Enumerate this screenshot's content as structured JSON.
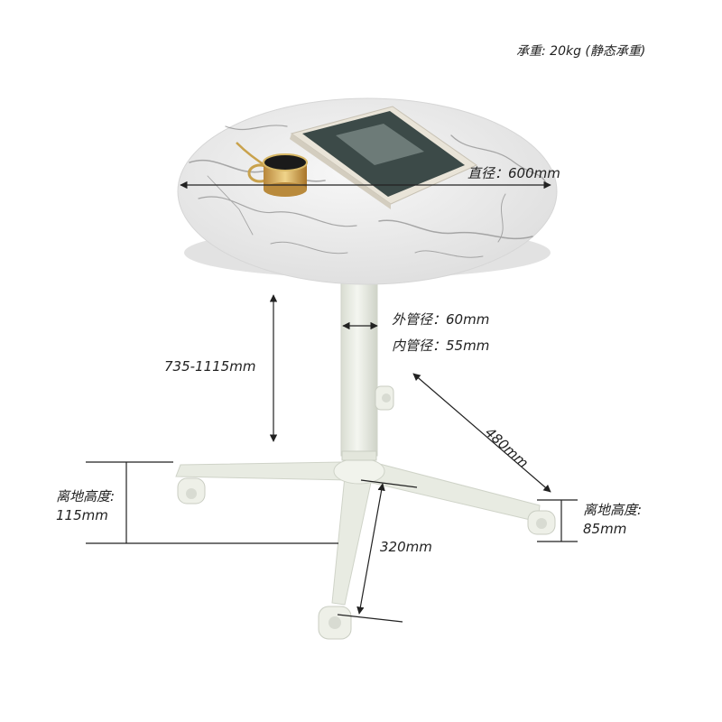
{
  "labels": {
    "load": "承重: 20kg (静态承重)",
    "diameter": "直径：600mm",
    "outer_tube": "外管径：60mm",
    "inner_tube": "内管径：55mm",
    "height_range": "735-1115mm",
    "arm_length": "480mm",
    "leg_length": "320mm",
    "left_clearance_title": "离地高度:",
    "left_clearance_value": "115mm",
    "right_clearance_title": "离地高度:",
    "right_clearance_value": "85mm"
  },
  "colors": {
    "frame": "#ecefe6",
    "frame_shadow": "#d2d6cb",
    "marble": "#eeeeee",
    "vein": "#7a7a7a",
    "dim_line": "#222222"
  }
}
